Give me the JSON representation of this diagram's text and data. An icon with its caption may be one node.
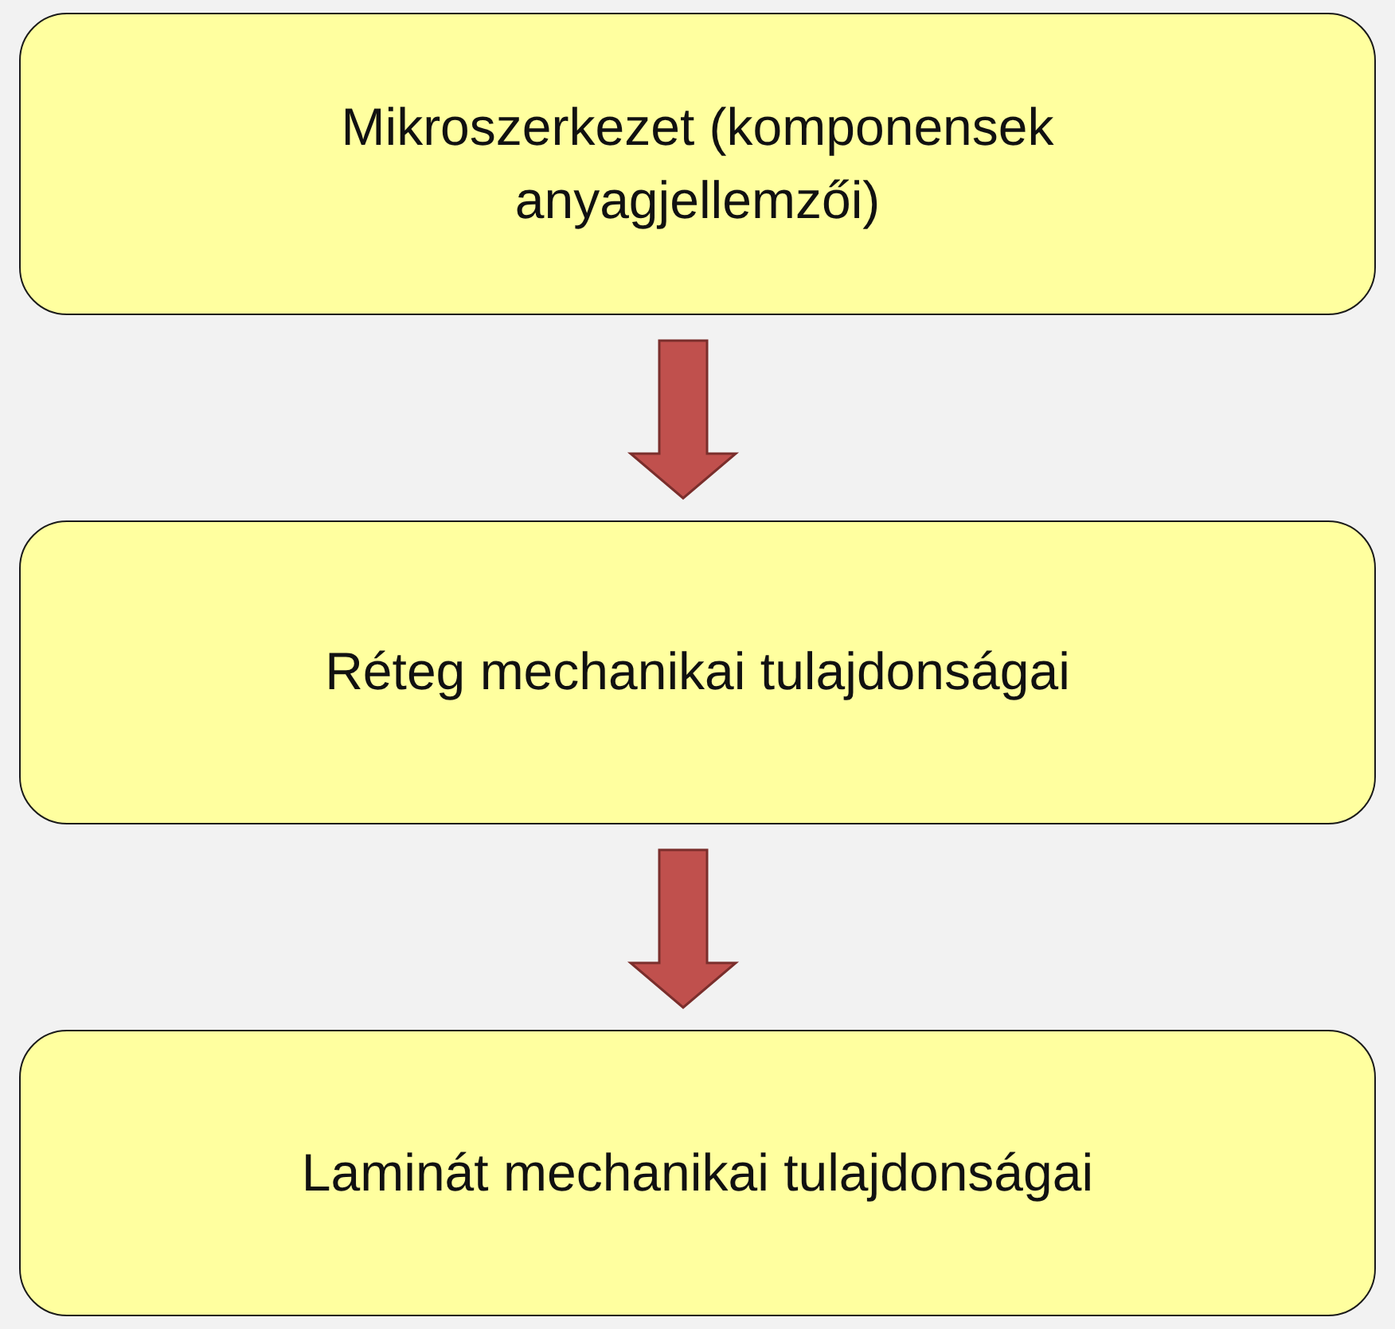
{
  "diagram": {
    "nodes": [
      {
        "text": [
          "Mikroszerkezet (komponensek anyagjellemzői)"
        ]
      },
      {
        "text": [
          "Réteg mechanikai tulajdonságai"
        ]
      },
      {
        "text": [
          "Laminát mechanikai tulajdonságai"
        ]
      }
    ],
    "edges": [
      {
        "from": 0,
        "to": 1,
        "arrow": "to"
      },
      {
        "from": 1,
        "to": 2,
        "arrow": "to"
      }
    ]
  }
}
